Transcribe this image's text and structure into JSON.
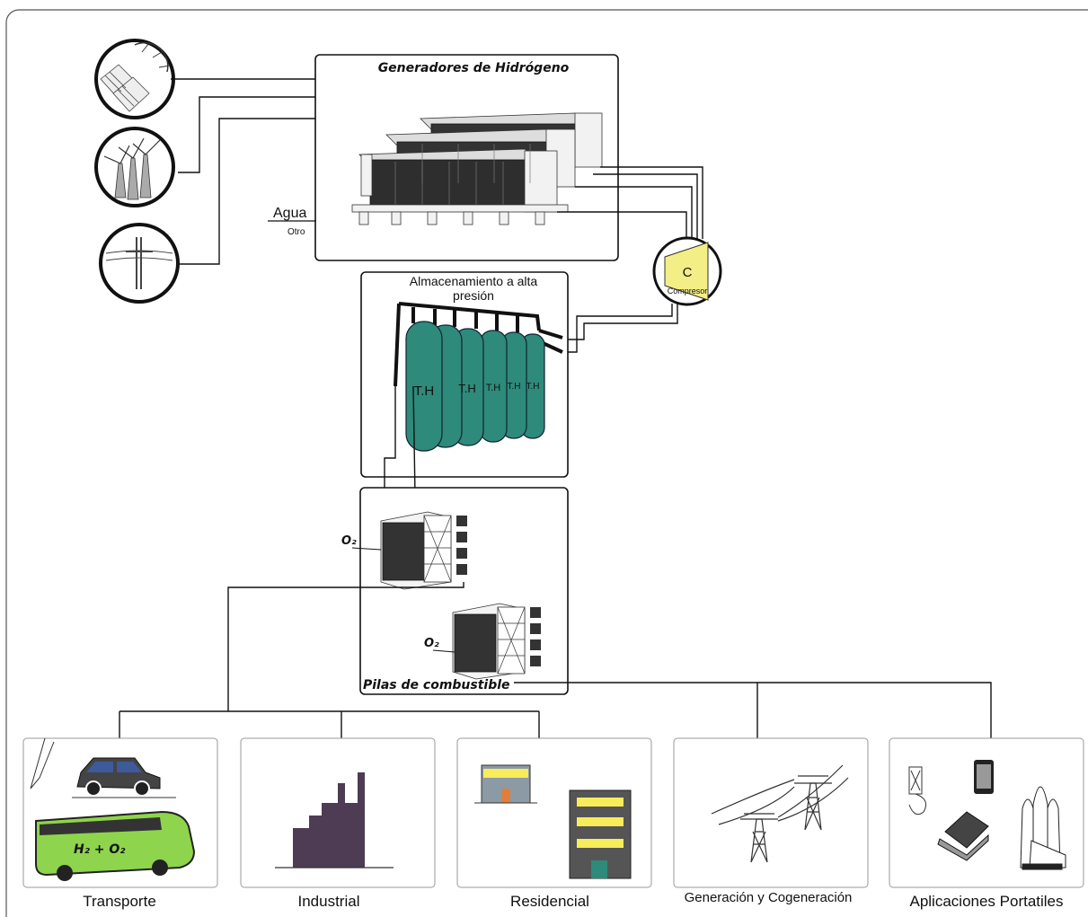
{
  "generators": {
    "title": "Generadores de Hidrógeno"
  },
  "inputs": {
    "water": "Agua",
    "other": "Otro"
  },
  "compressor": {
    "symbol": "C",
    "label": "Compresor"
  },
  "storage": {
    "title_line1": "Almacenamiento a alta",
    "title_line2": "presión",
    "tank_label": "T.H"
  },
  "fuel_cells": {
    "title": "Pilas de combustible",
    "oxygen_label": "O₂"
  },
  "applications": [
    {
      "label": "Transporte"
    },
    {
      "label": "Industrial"
    },
    {
      "label": "Residencial"
    },
    {
      "label": "Generación y Cogeneración"
    },
    {
      "label": "Aplicaciones Portatiles"
    }
  ],
  "bus_text": "H₂ + O₂",
  "colors": {
    "tank": "#2e8a7a",
    "bus": "#8ed44c",
    "compressor": "#f3ee86",
    "factory": "#4d3c54",
    "building_window": "#f7ec5a",
    "car": "#3d5a9a"
  }
}
